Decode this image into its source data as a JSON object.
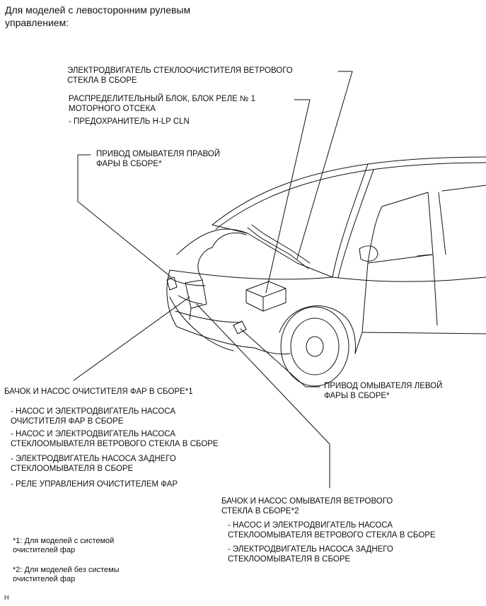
{
  "header": {
    "text": "Для моделей с левосторонним рулевым\nуправлением:"
  },
  "callouts": {
    "wiper_motor": "ЭЛЕКТРОДВИГАТЕЛЬ СТЕКЛООЧИСТИТЕЛЯ ВЕТРОВОГО\nСТЕКЛА В СБОРЕ",
    "relay_block": "РАСПРЕДЕЛИТЕЛЬНЫЙ БЛОК, БЛОК РЕЛЕ № 1\nМОТОРНОГО ОТСЕКА",
    "relay_block_fuse": "- ПРЕДОХРАНИТЕЛЬ H-LP CLN",
    "right_actuator": "ПРИВОД ОМЫВАТЕЛЯ ПРАВОЙ\nФАРЫ В СБОРЕ*",
    "left_actuator": "ПРИВОД ОМЫВАТЕЛЯ ЛЕВОЙ\nФАРЫ В СБОРЕ*",
    "headlamp_tank": {
      "title": "БАЧОК И НАСОС ОЧИСТИТЕЛЯ ФАР В СБОРЕ*1",
      "items": [
        "- НАСОС И ЭЛЕКТРОДВИГАТЕЛЬ НАСОСА\nОЧИСТИТЕЛЯ ФАР В СБОРЕ",
        "- НАСОС И ЭЛЕКТРОДВИГАТЕЛЬ НАСОСА\nСТЕКЛООМЫВАТЕЛЯ ВЕТРОВОГО СТЕКЛА В СБОРЕ",
        "- ЭЛЕКТРОДВИГАТЕЛЬ НАСОСА ЗАДНЕГО\nСТЕКЛООМЫВАТЕЛЯ В СБОРЕ",
        "- РЕЛЕ УПРАВЛЕНИЯ ОЧИСТИТЕЛЕМ ФАР"
      ]
    },
    "washer_tank": {
      "title": "БАЧОК И НАСОС ОМЫВАТЕЛЯ ВЕТРОВОГО\nСТЕКЛА В СБОРЕ*2",
      "items": [
        "- НАСОС И ЭЛЕКТРОДВИГАТЕЛЬ НАСОСА\nСТЕКЛООМЫВАТЕЛЯ ВЕТРОВОГО СТЕКЛА В СБОРЕ",
        "- ЭЛЕКТРОДВИГАТЕЛЬ НАСОСА ЗАДНЕГО\nСТЕКЛООМЫВАТЕЛЯ В СБОРЕ"
      ]
    }
  },
  "notes": {
    "note1": "*1: Для моделей с системой\nочистителей фар",
    "note2": "*2: Для моделей без системы\nочистителей фар"
  },
  "corner_mark": "H"
}
